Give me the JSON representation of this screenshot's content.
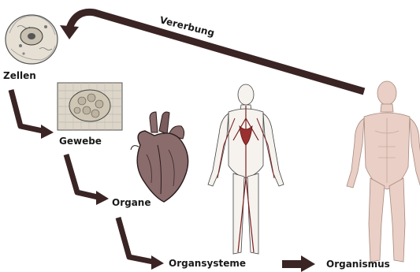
{
  "levels": {
    "zellen": "Zellen",
    "gewebe": "Gewebe",
    "organe": "Organe",
    "organsysteme": "Organsysteme",
    "organismus": "Organismus"
  },
  "feedback_label": "Vererbung",
  "colors": {
    "arrow": "#3a2424",
    "skin": "#e9cfc5",
    "skin_shade": "#c9a698",
    "heart": "#8a6c6c",
    "vessel": "#7a2020",
    "cell": "#d9d2c4"
  },
  "icons": [
    "cell-icon",
    "tissue-icon",
    "heart-icon",
    "organ-system-figure-icon",
    "human-figure-icon"
  ]
}
